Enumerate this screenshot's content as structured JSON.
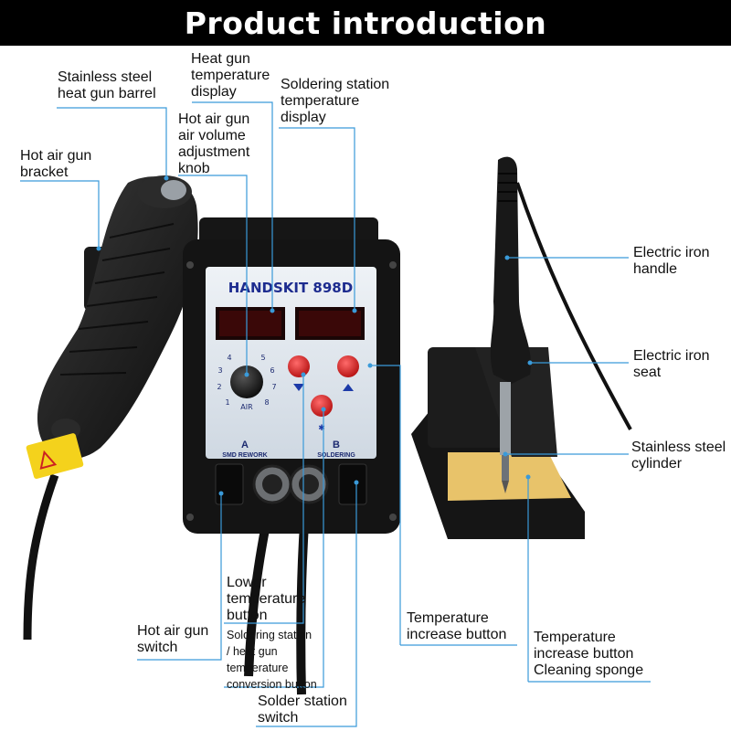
{
  "header": {
    "title": "Product introduction"
  },
  "device": {
    "brand": "HANDSKIT 898D",
    "channel_a_letter": "A",
    "channel_a_name": "SMD REWORK",
    "channel_b_letter": "B",
    "channel_b_name": "SOLDERING",
    "knob_scale": [
      "1",
      "2",
      "3",
      "4",
      "5",
      "6",
      "7",
      "8"
    ],
    "knob_label": "AIR"
  },
  "labels": {
    "heat_gun_barrel": "Stainless steel\nheat gun barrel",
    "hot_air_bracket": "Hot air gun\nbracket",
    "heat_gun_display": "Heat gun\ntemperature\ndisplay",
    "air_volume_knob": "Hot air gun\nair volume\nadjustment\nknob",
    "soldering_display": "Soldering station\ntemperature\ndisplay",
    "iron_handle": "Electric iron\nhandle",
    "iron_seat": "Electric iron\nseat",
    "steel_cylinder": "Stainless steel\ncylinder",
    "lower_temp_button": "Lower\ntemperature\nbutton",
    "hot_air_switch": "Hot air gun\nswitch",
    "conversion_button": "Soldering station\n/ heat gun\ntemperature\nconversion button",
    "solder_switch": "Solder station\nswitch",
    "temp_increase_button": "Temperature\nincrease button",
    "temp_increase_sponge": "Temperature\nincrease button\nCleaning sponge"
  },
  "colors": {
    "banner": "#000000",
    "leader": "#3a9ad9",
    "panel": "#dfe6ee",
    "buttons": "#d81e1e",
    "sponge": "#e8c36a"
  }
}
